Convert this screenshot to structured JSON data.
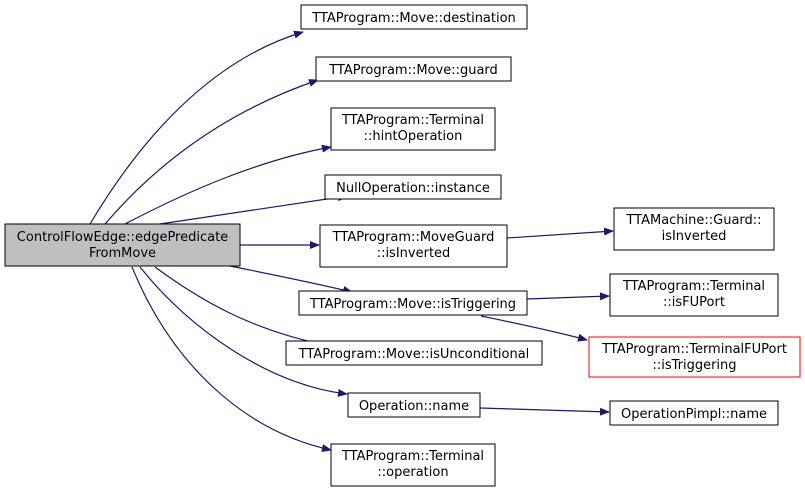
{
  "colors": {
    "edge": "#191970",
    "node_border": "#000000",
    "node_fill": "#ffffff",
    "root_fill": "#bfbfbf",
    "highlight_border": "#ff0000"
  },
  "nodes": {
    "root": {
      "lines": [
        "ControlFlowEdge::edgePredicate",
        "FromMove"
      ]
    },
    "destination": {
      "lines": [
        "TTAProgram::Move::destination"
      ]
    },
    "guard": {
      "lines": [
        "TTAProgram::Move::guard"
      ]
    },
    "hint_operation": {
      "lines": [
        "TTAProgram::Terminal",
        "::hintOperation"
      ]
    },
    "instance": {
      "lines": [
        "NullOperation::instance"
      ]
    },
    "is_inverted": {
      "lines": [
        "TTAProgram::MoveGuard",
        "::isInverted"
      ]
    },
    "is_triggering": {
      "lines": [
        "TTAProgram::Move::isTriggering"
      ]
    },
    "is_unconditional": {
      "lines": [
        "TTAProgram::Move::isUnconditional"
      ]
    },
    "name": {
      "lines": [
        "Operation::name"
      ]
    },
    "operation": {
      "lines": [
        "TTAProgram::Terminal",
        "::operation"
      ]
    },
    "guard_is_inverted": {
      "lines": [
        "TTAMachine::Guard::",
        "isInverted"
      ]
    },
    "is_fu_port": {
      "lines": [
        "TTAProgram::Terminal",
        "::isFUPort"
      ]
    },
    "fuport_is_triggering": {
      "lines": [
        "TTAProgram::TerminalFUPort",
        "::isTriggering"
      ]
    },
    "impl_name": {
      "lines": [
        "OperationPimpl::name"
      ]
    }
  }
}
